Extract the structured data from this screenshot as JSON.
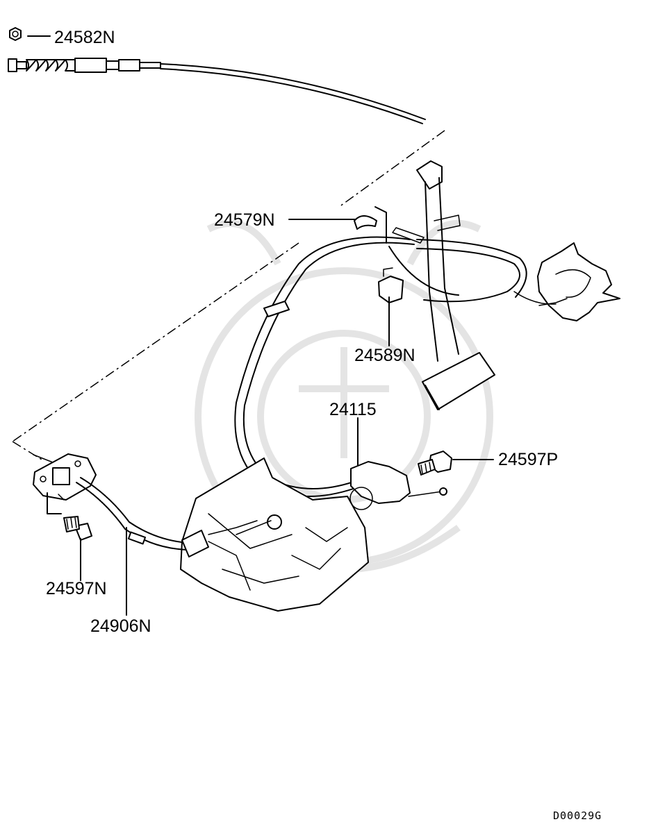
{
  "parts": [
    {
      "number": "24582N"
    },
    {
      "number": "24579N"
    },
    {
      "number": "24589N"
    },
    {
      "number": "24115"
    },
    {
      "number": "24597P"
    },
    {
      "number": "24597N"
    },
    {
      "number": "24906N"
    }
  ],
  "diagram_code": "D00029G"
}
